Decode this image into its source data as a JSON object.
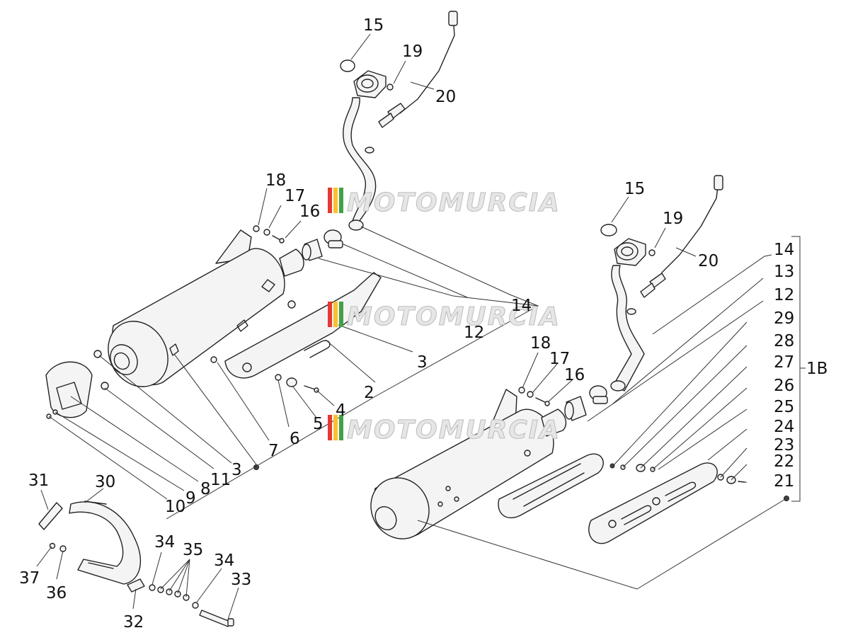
{
  "watermark": {
    "text": "MOTOMURCIA",
    "stripe_colors": [
      "#e53935",
      "#fbc02d",
      "#43a047"
    ]
  },
  "labels": {
    "l1": "15",
    "l2": "19",
    "l3": "20",
    "l4": "18",
    "l5": "17",
    "l6": "16",
    "l7": "14",
    "l8": "12",
    "l9": "3",
    "l10": "2",
    "l11": "4",
    "l12": "5",
    "l13": "6",
    "l14": "7",
    "l15": "3",
    "l16": "11",
    "l17": "8",
    "l18": "9",
    "l19": "10",
    "l20": "15",
    "l21": "19",
    "l22": "20",
    "l23": "14",
    "l24": "13",
    "l25": "12",
    "l26": "29",
    "l27": "28",
    "l28": "27",
    "l29": "26",
    "l30": "25",
    "l31": "24",
    "l32": "23",
    "l33": "22",
    "l34": "21",
    "l35": "1B",
    "l36": "18",
    "l37": "17",
    "l38": "16",
    "l39": "31",
    "l40": "30",
    "l41": "34",
    "l42": "35",
    "l43": "34",
    "l44": "33",
    "l45": "37",
    "l46": "36",
    "l47": "32"
  }
}
